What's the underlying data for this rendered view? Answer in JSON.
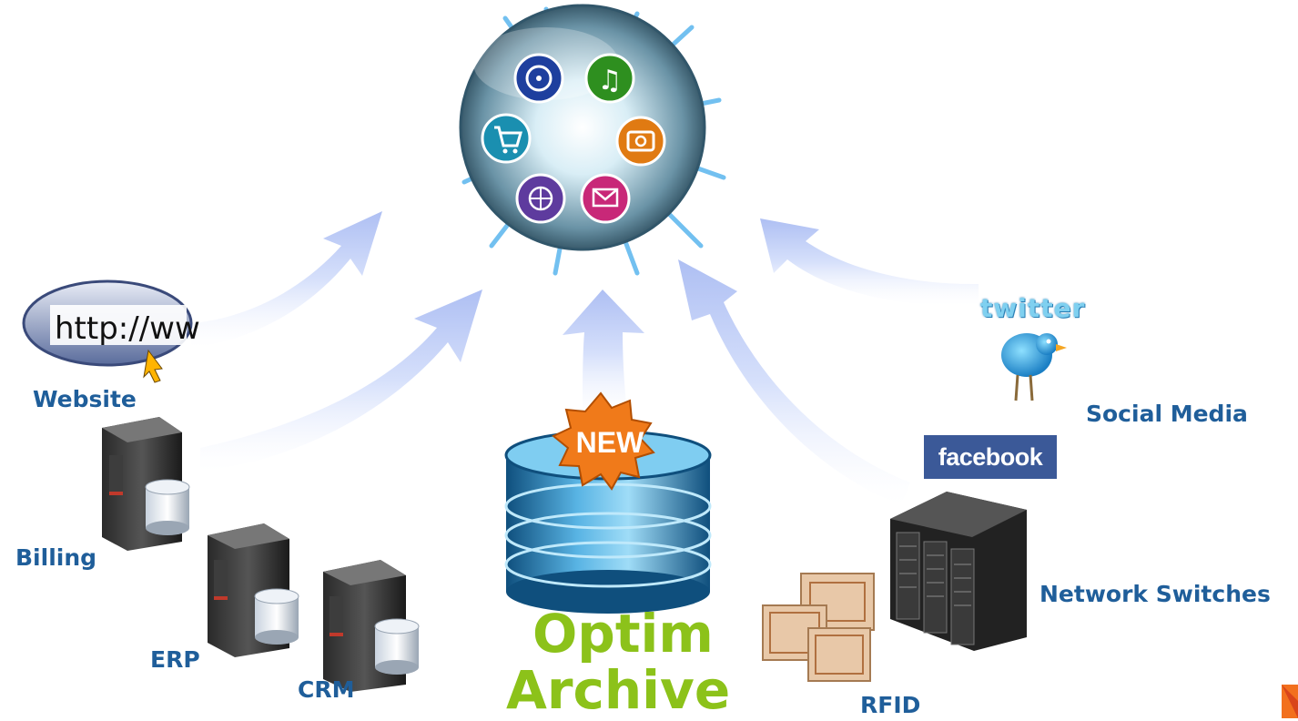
{
  "sources": {
    "website": "Website",
    "billing": "Billing",
    "erp": "ERP",
    "crm": "CRM",
    "social_media": "Social Media",
    "network_switches": "Network Switches",
    "rfid": "RFID"
  },
  "optim": {
    "line1": "Optim",
    "line2": "Archive",
    "badge": "NEW"
  },
  "website_url": "http://ww",
  "twitter_word": "twitter",
  "facebook_word": "facebook",
  "colors": {
    "label": "#1f5e9a",
    "optim": "#8cc21a",
    "arrow": "#c9d6f7",
    "facebook": "#3b5998",
    "badge": "#f07a1a"
  }
}
